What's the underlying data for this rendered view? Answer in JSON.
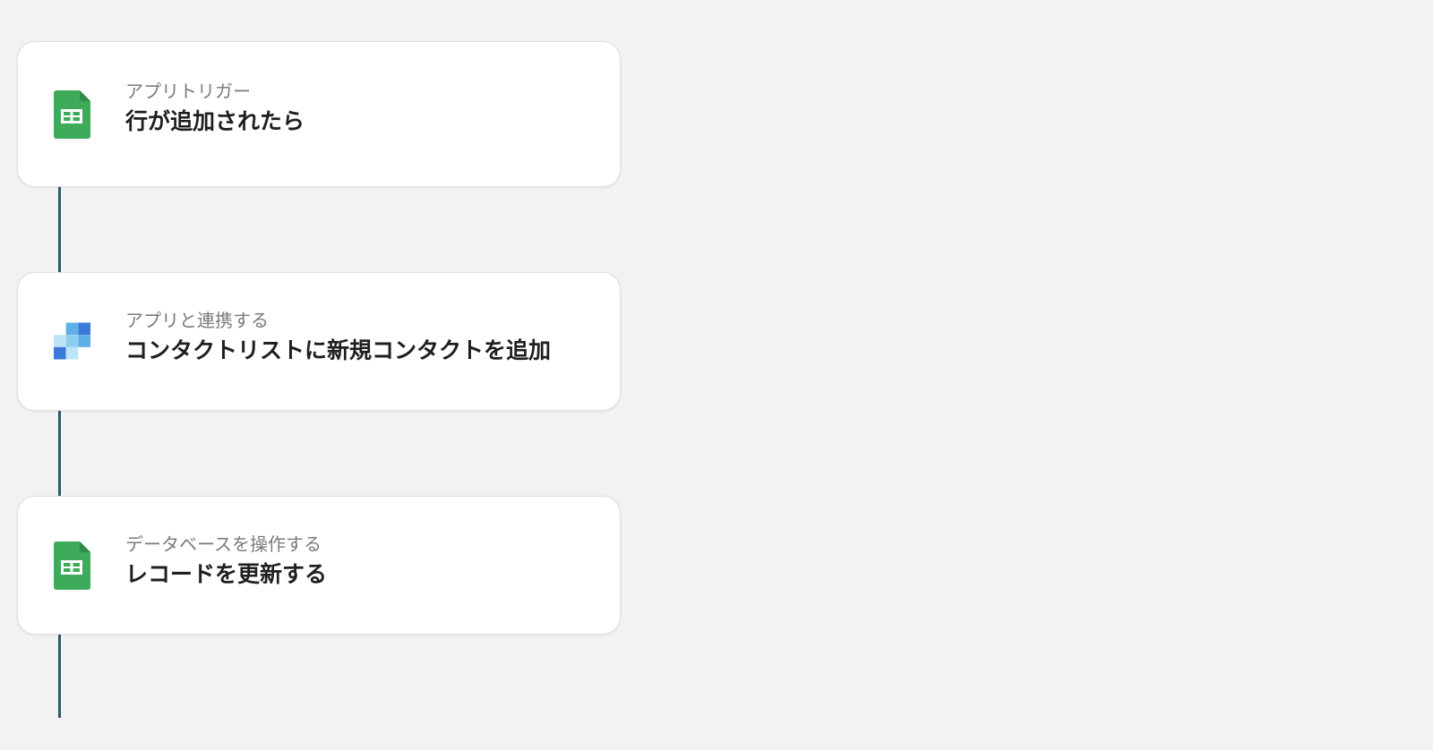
{
  "steps": [
    {
      "app_icon": "google-sheets-icon",
      "label": "アプリトリガー",
      "title": "行が追加されたら"
    },
    {
      "app_icon": "pixel-blocks-app-icon",
      "label": "アプリと連携する",
      "title": "コンタクトリストに新規コンタクトを追加"
    },
    {
      "app_icon": "google-sheets-icon",
      "label": "データベースを操作する",
      "title": "レコードを更新する"
    }
  ],
  "colors": {
    "background": "#f2f2f2",
    "connector": "#2a5a6e",
    "sheets_green": "#34a853",
    "label_gray": "#7b7b7b",
    "title_dark": "#1f1f1f"
  }
}
